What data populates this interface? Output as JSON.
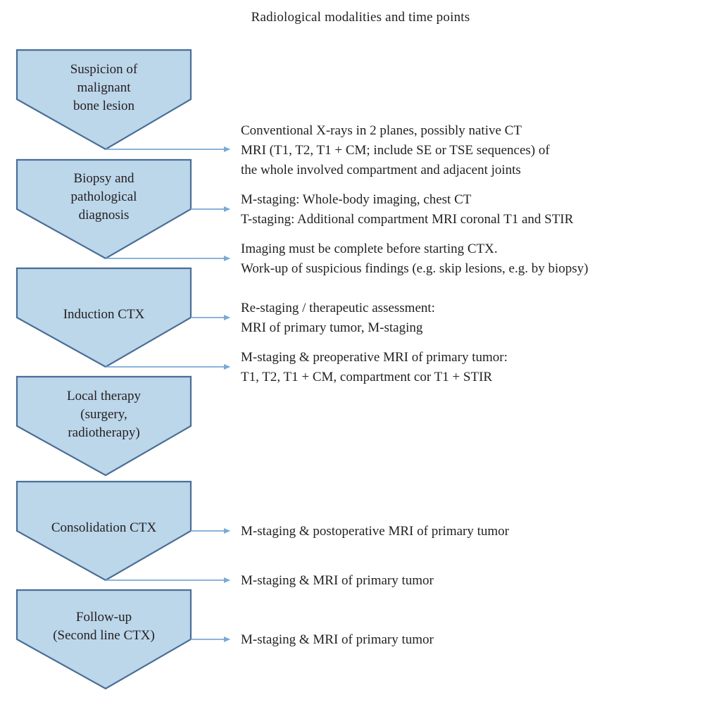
{
  "title": "Radiological modalities and time points",
  "colors": {
    "node_fill": "#bcd6ea",
    "node_stroke": "#4a6e96",
    "arrow": "#7aa9d6",
    "text": "#231f20",
    "background": "#ffffff"
  },
  "nodes": [
    {
      "id": "suspicion",
      "label": "Suspicion of\nmalignant\nbone lesion"
    },
    {
      "id": "biopsy",
      "label": "Biopsy and\npathological\ndiagnosis"
    },
    {
      "id": "induction-ctx",
      "label": "Induction CTX"
    },
    {
      "id": "local-therapy",
      "label": "Local therapy\n(surgery,\nradiotherapy)"
    },
    {
      "id": "consolidation-ctx",
      "label": "Consolidation CTX"
    },
    {
      "id": "follow-up",
      "label": "Follow-up\n(Second line CTX)"
    }
  ],
  "annotations": [
    {
      "id": "ann-1",
      "from": "suspicion",
      "text": "Conventional X-rays in 2 planes, possibly native CT\nMRI (T1, T2, T1 + CM; include SE or TSE sequences) of\nthe whole involved compartment and adjacent joints"
    },
    {
      "id": "ann-2",
      "from": "biopsy",
      "text": "M-staging: Whole-body imaging, chest CT\nT-staging: Additional compartment MRI coronal T1 and STIR"
    },
    {
      "id": "ann-3",
      "from": "biopsy",
      "text": "Imaging must be complete before starting CTX.\nWork-up of suspicious findings (e.g. skip lesions, e.g. by biopsy)"
    },
    {
      "id": "ann-4",
      "from": "induction-ctx",
      "text": "Re-staging / therapeutic assessment:\nMRI of primary tumor, M-staging"
    },
    {
      "id": "ann-5",
      "from": "induction-ctx",
      "text": "M-staging & preoperative MRI of primary tumor:\nT1, T2, T1 + CM, compartment cor T1 + STIR"
    },
    {
      "id": "ann-6",
      "from": "consolidation-ctx",
      "text": "M-staging & postoperative MRI of primary tumor"
    },
    {
      "id": "ann-7",
      "from": "consolidation-ctx",
      "text": "M-staging & MRI of primary tumor"
    },
    {
      "id": "ann-8",
      "from": "follow-up",
      "text": "M-staging & MRI of primary tumor"
    }
  ],
  "chart_data": {
    "type": "diagram",
    "title": "Radiological modalities and time points",
    "flow": [
      "Suspicion of malignant bone lesion",
      "Biopsy and pathological diagnosis",
      "Induction CTX",
      "Local therapy (surgery, radiotherapy)",
      "Consolidation CTX",
      "Follow-up (Second line CTX)"
    ]
  }
}
